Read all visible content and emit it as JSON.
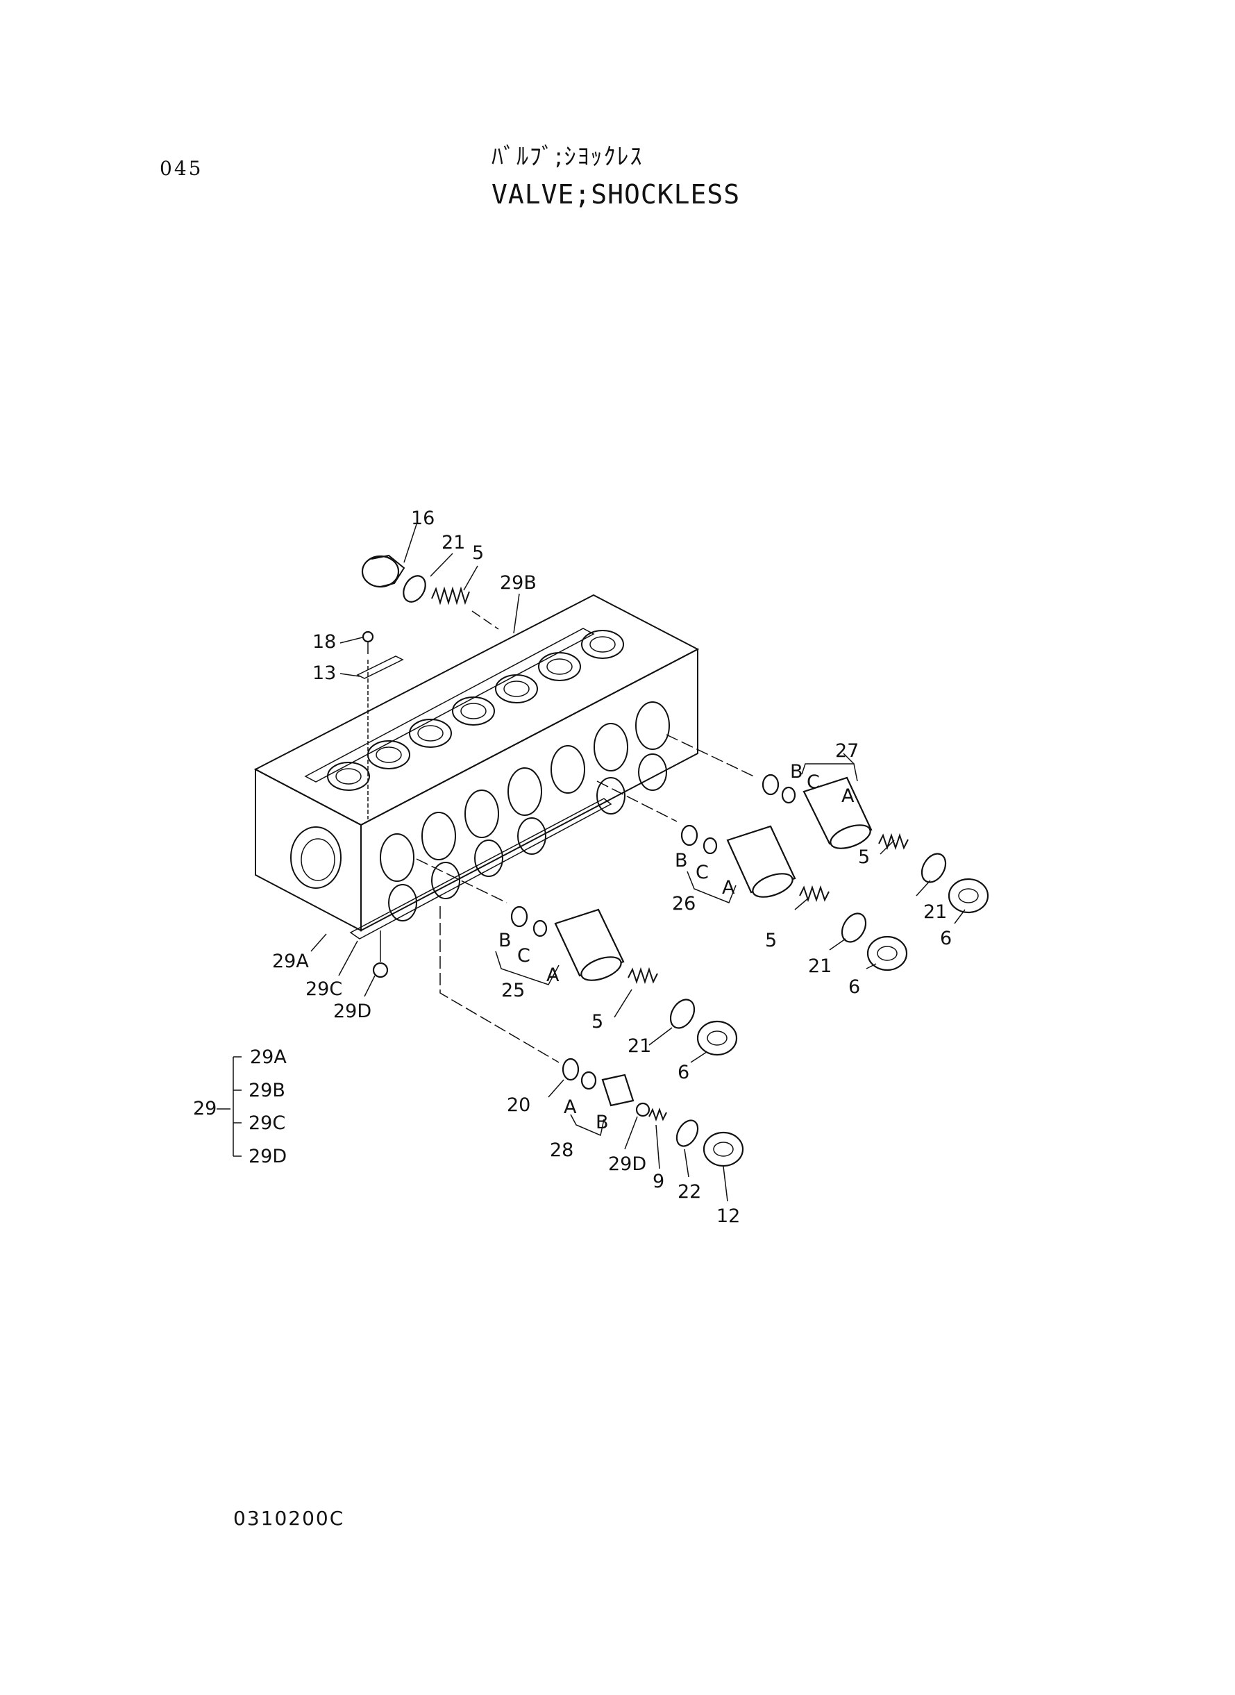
{
  "page_number": "045",
  "title_jp": "ﾊﾞﾙﾌﾞ;ｼﾖｯｸﾚｽ",
  "title_en": "VALVE;SHOCKLESS",
  "doc_code": "0310200C",
  "callouts": {
    "c16": "16",
    "c21_top": "21",
    "c5_top": "5",
    "c29B": "29B",
    "c18": "18",
    "c13": "13",
    "c27": "27",
    "c27B": "B",
    "c27C": "C",
    "c27A": "A",
    "c5_27": "5",
    "c21_27": "21",
    "c6_27": "6",
    "c26B": "B",
    "c26C": "C",
    "c26": "26",
    "c26A": "A",
    "c5_26": "5",
    "c21_26": "21",
    "c6_26": "6",
    "c29A": "29A",
    "c29C": "29C",
    "c29D": "29D",
    "c25B": "B",
    "c25C": "C",
    "c25": "25",
    "c25A": "A",
    "c5_25": "5",
    "c21_25": "21",
    "c6_25": "6",
    "c20": "20",
    "c28A": "A",
    "c28B": "B",
    "c28": "28",
    "c29D_low": "29D",
    "c9": "9",
    "c22": "22",
    "c12": "12"
  },
  "assembly_legend": {
    "parent": "29",
    "children": [
      "29A",
      "29B",
      "29C",
      "29D"
    ]
  }
}
